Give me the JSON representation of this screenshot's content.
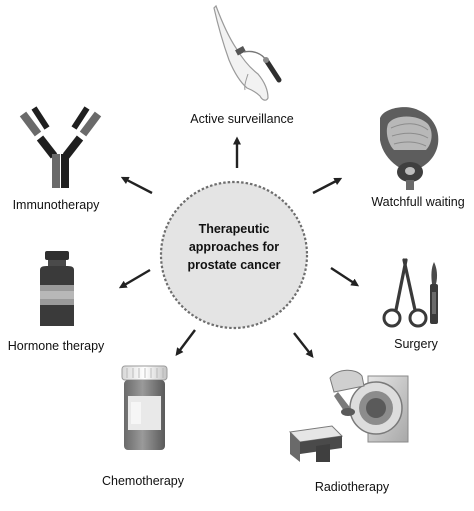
{
  "center": {
    "lines": [
      "Therapeutic",
      "approaches for",
      "prostate cancer"
    ]
  },
  "approaches": [
    {
      "label": "Active surveillance",
      "icon": "iv-arm-icon"
    },
    {
      "label": "Watchfull waiting",
      "icon": "bladder-prostate-icon"
    },
    {
      "label": "Surgery",
      "icon": "surgical-instruments-icon"
    },
    {
      "label": "Radiotherapy",
      "icon": "radiotherapy-machine-icon"
    },
    {
      "label": "Chemotherapy",
      "icon": "pill-bottle-icon"
    },
    {
      "label": "Hormone therapy",
      "icon": "vial-icon"
    },
    {
      "label": "Immunotherapy",
      "icon": "antibody-icon"
    }
  ],
  "colors": {
    "circle_fill": "#e4e4e4",
    "circle_border": "#6e6e6e",
    "arrow": "#222222",
    "icon_dark": "#3a3a3a",
    "icon_mid": "#8a8a8a",
    "icon_light": "#cfcfcf"
  }
}
